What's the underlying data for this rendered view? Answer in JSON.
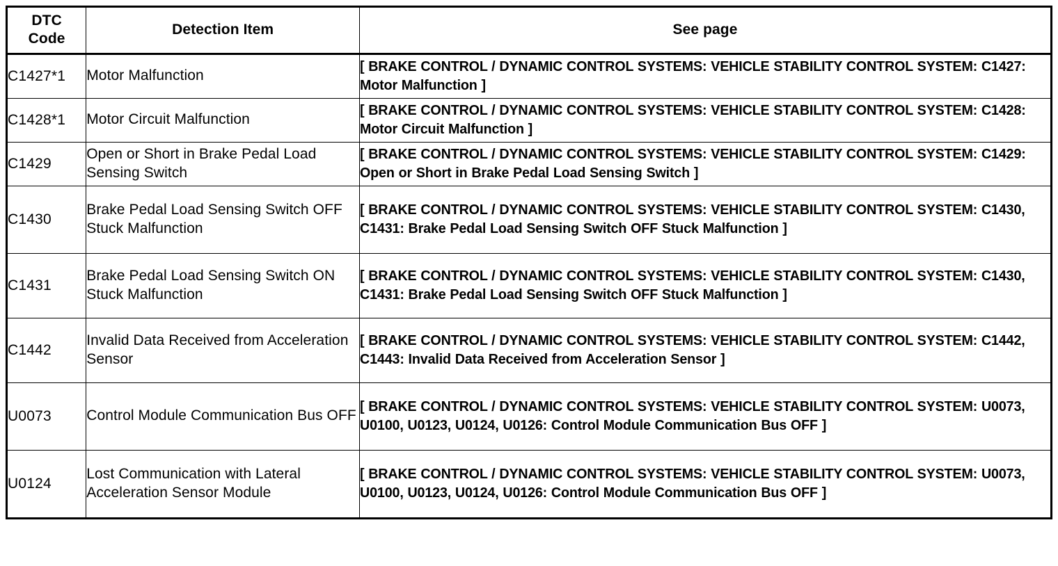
{
  "table": {
    "headers": {
      "dtc_code_line1": "DTC",
      "dtc_code_line2": "Code",
      "detection_item": "Detection Item",
      "see_page": "See page"
    },
    "rows": [
      {
        "code": "C1427*1",
        "item": "Motor Malfunction",
        "see_page": "[ BRAKE CONTROL / DYNAMIC CONTROL SYSTEMS: VEHICLE STABILITY CONTROL SYSTEM: C1427: Motor Malfunction ]"
      },
      {
        "code": "C1428*1",
        "item": "Motor Circuit Malfunction",
        "see_page": "[ BRAKE CONTROL / DYNAMIC CONTROL SYSTEMS: VEHICLE STABILITY CONTROL SYSTEM: C1428: Motor Circuit Malfunction ]"
      },
      {
        "code": "C1429",
        "item": "Open or Short in Brake Pedal Load Sensing Switch",
        "see_page": "[ BRAKE CONTROL / DYNAMIC CONTROL SYSTEMS: VEHICLE STABILITY CONTROL SYSTEM: C1429: Open or Short in Brake Pedal Load Sensing Switch ]"
      },
      {
        "code": "C1430",
        "item": "Brake Pedal Load Sensing Switch OFF Stuck Malfunction",
        "see_page": "[ BRAKE CONTROL / DYNAMIC CONTROL SYSTEMS: VEHICLE STABILITY CONTROL SYSTEM: C1430, C1431: Brake Pedal Load Sensing Switch OFF Stuck Malfunction ]"
      },
      {
        "code": "C1431",
        "item": "Brake Pedal Load Sensing Switch ON Stuck Malfunction",
        "see_page": "[ BRAKE CONTROL / DYNAMIC CONTROL SYSTEMS: VEHICLE STABILITY CONTROL SYSTEM: C1430, C1431: Brake Pedal Load Sensing Switch OFF Stuck Malfunction ]"
      },
      {
        "code": "C1442",
        "item": "Invalid Data Received from Acceleration Sensor",
        "see_page": "[ BRAKE CONTROL / DYNAMIC CONTROL SYSTEMS: VEHICLE STABILITY CONTROL SYSTEM: C1442, C1443: Invalid Data Received from Acceleration Sensor ]"
      },
      {
        "code": "U0073",
        "item": "Control Module Communication Bus OFF",
        "see_page": "[ BRAKE CONTROL / DYNAMIC CONTROL SYSTEMS: VEHICLE STABILITY CONTROL SYSTEM: U0073, U0100, U0123, U0124, U0126: Control Module Communication Bus OFF ]"
      },
      {
        "code": "U0124",
        "item": "Lost Communication with Lateral Acceleration Sensor Module",
        "see_page": "[ BRAKE CONTROL / DYNAMIC CONTROL SYSTEMS: VEHICLE STABILITY CONTROL SYSTEM: U0073, U0100, U0123, U0124, U0126: Control Module Communication Bus OFF ]"
      }
    ]
  },
  "colors": {
    "border": "#000000",
    "background": "#ffffff",
    "text": "#000000"
  }
}
